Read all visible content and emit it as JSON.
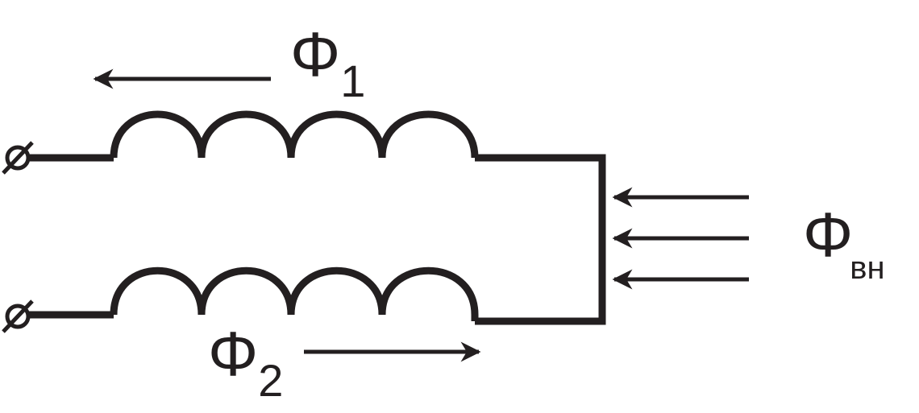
{
  "colors": {
    "line": "#231f20",
    "background": "#ffffff"
  },
  "labels": {
    "phi1": {
      "symbol": "Φ",
      "subscript": "1"
    },
    "phi2": {
      "symbol": "Φ",
      "subscript": "2"
    },
    "phi_ext": {
      "symbol": "Φ",
      "subscript": "вн"
    }
  }
}
